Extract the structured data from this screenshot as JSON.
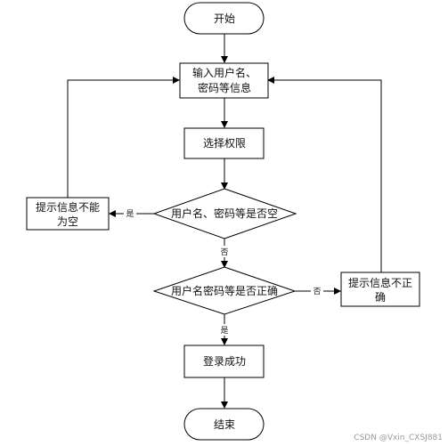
{
  "nodes": {
    "start": "开始",
    "input_l1": "输入用户名、",
    "input_l2": "密码等信息",
    "select": "选择权限",
    "check_empty": "用户名、密码等是否空",
    "empty_msg_l1": "提示信息不能",
    "empty_msg_l2": "为空",
    "check_correct": "用户名密码等是否正确",
    "wrong_msg_l1": "提示信息不正",
    "wrong_msg_l2": "确",
    "success": "登录成功",
    "end": "结束"
  },
  "edges": {
    "empty_yes": "是",
    "empty_no": "否",
    "correct_no": "否",
    "correct_yes": "是"
  },
  "colors": {
    "stroke": "#000000",
    "fill": "#ffffff"
  },
  "watermark": "CSDN @Vxin_CXSJ881"
}
